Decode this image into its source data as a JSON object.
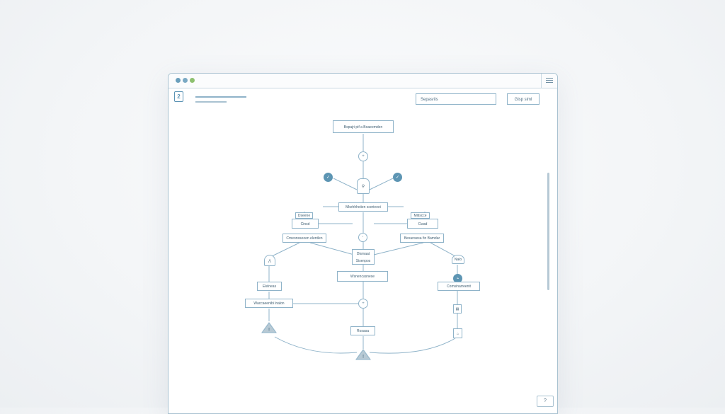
{
  "toolbar": {
    "search_label": "Sepasriis",
    "action_label": "Gisp siml"
  },
  "diagram": {
    "root_label": "Bspajri pif a Boaeemden",
    "hub_label": "Mkehhheiien scerieeei",
    "left_tag_label": "Dseene",
    "left_node_label": "Cinsd",
    "right_tag_label": "Mitiscce",
    "right_node_label": "Cwad",
    "left_bar_label": "Cmeonsseoen elentlen",
    "right_bar_label": "Besunsesa fin Bamdar",
    "center_node_label": "Dismaat",
    "center_node_sub": "Sisenpos",
    "center_bar_label": "Wsnencasnese",
    "left_small_label": "Elelneas",
    "left_long_label": "Waccaeenibi lnalon",
    "bottom_node_label": "Rosasa",
    "right_pill_label": "Nalo",
    "right_bar2_label": "Comsinarreenit"
  },
  "help": {
    "label": "?"
  },
  "colors": {
    "accent": "#5d95b3",
    "line": "#8fb3c9",
    "dot_1": "#6a9fbc",
    "dot_2": "#7aa9c4",
    "dot_3": "#8dc06f"
  }
}
